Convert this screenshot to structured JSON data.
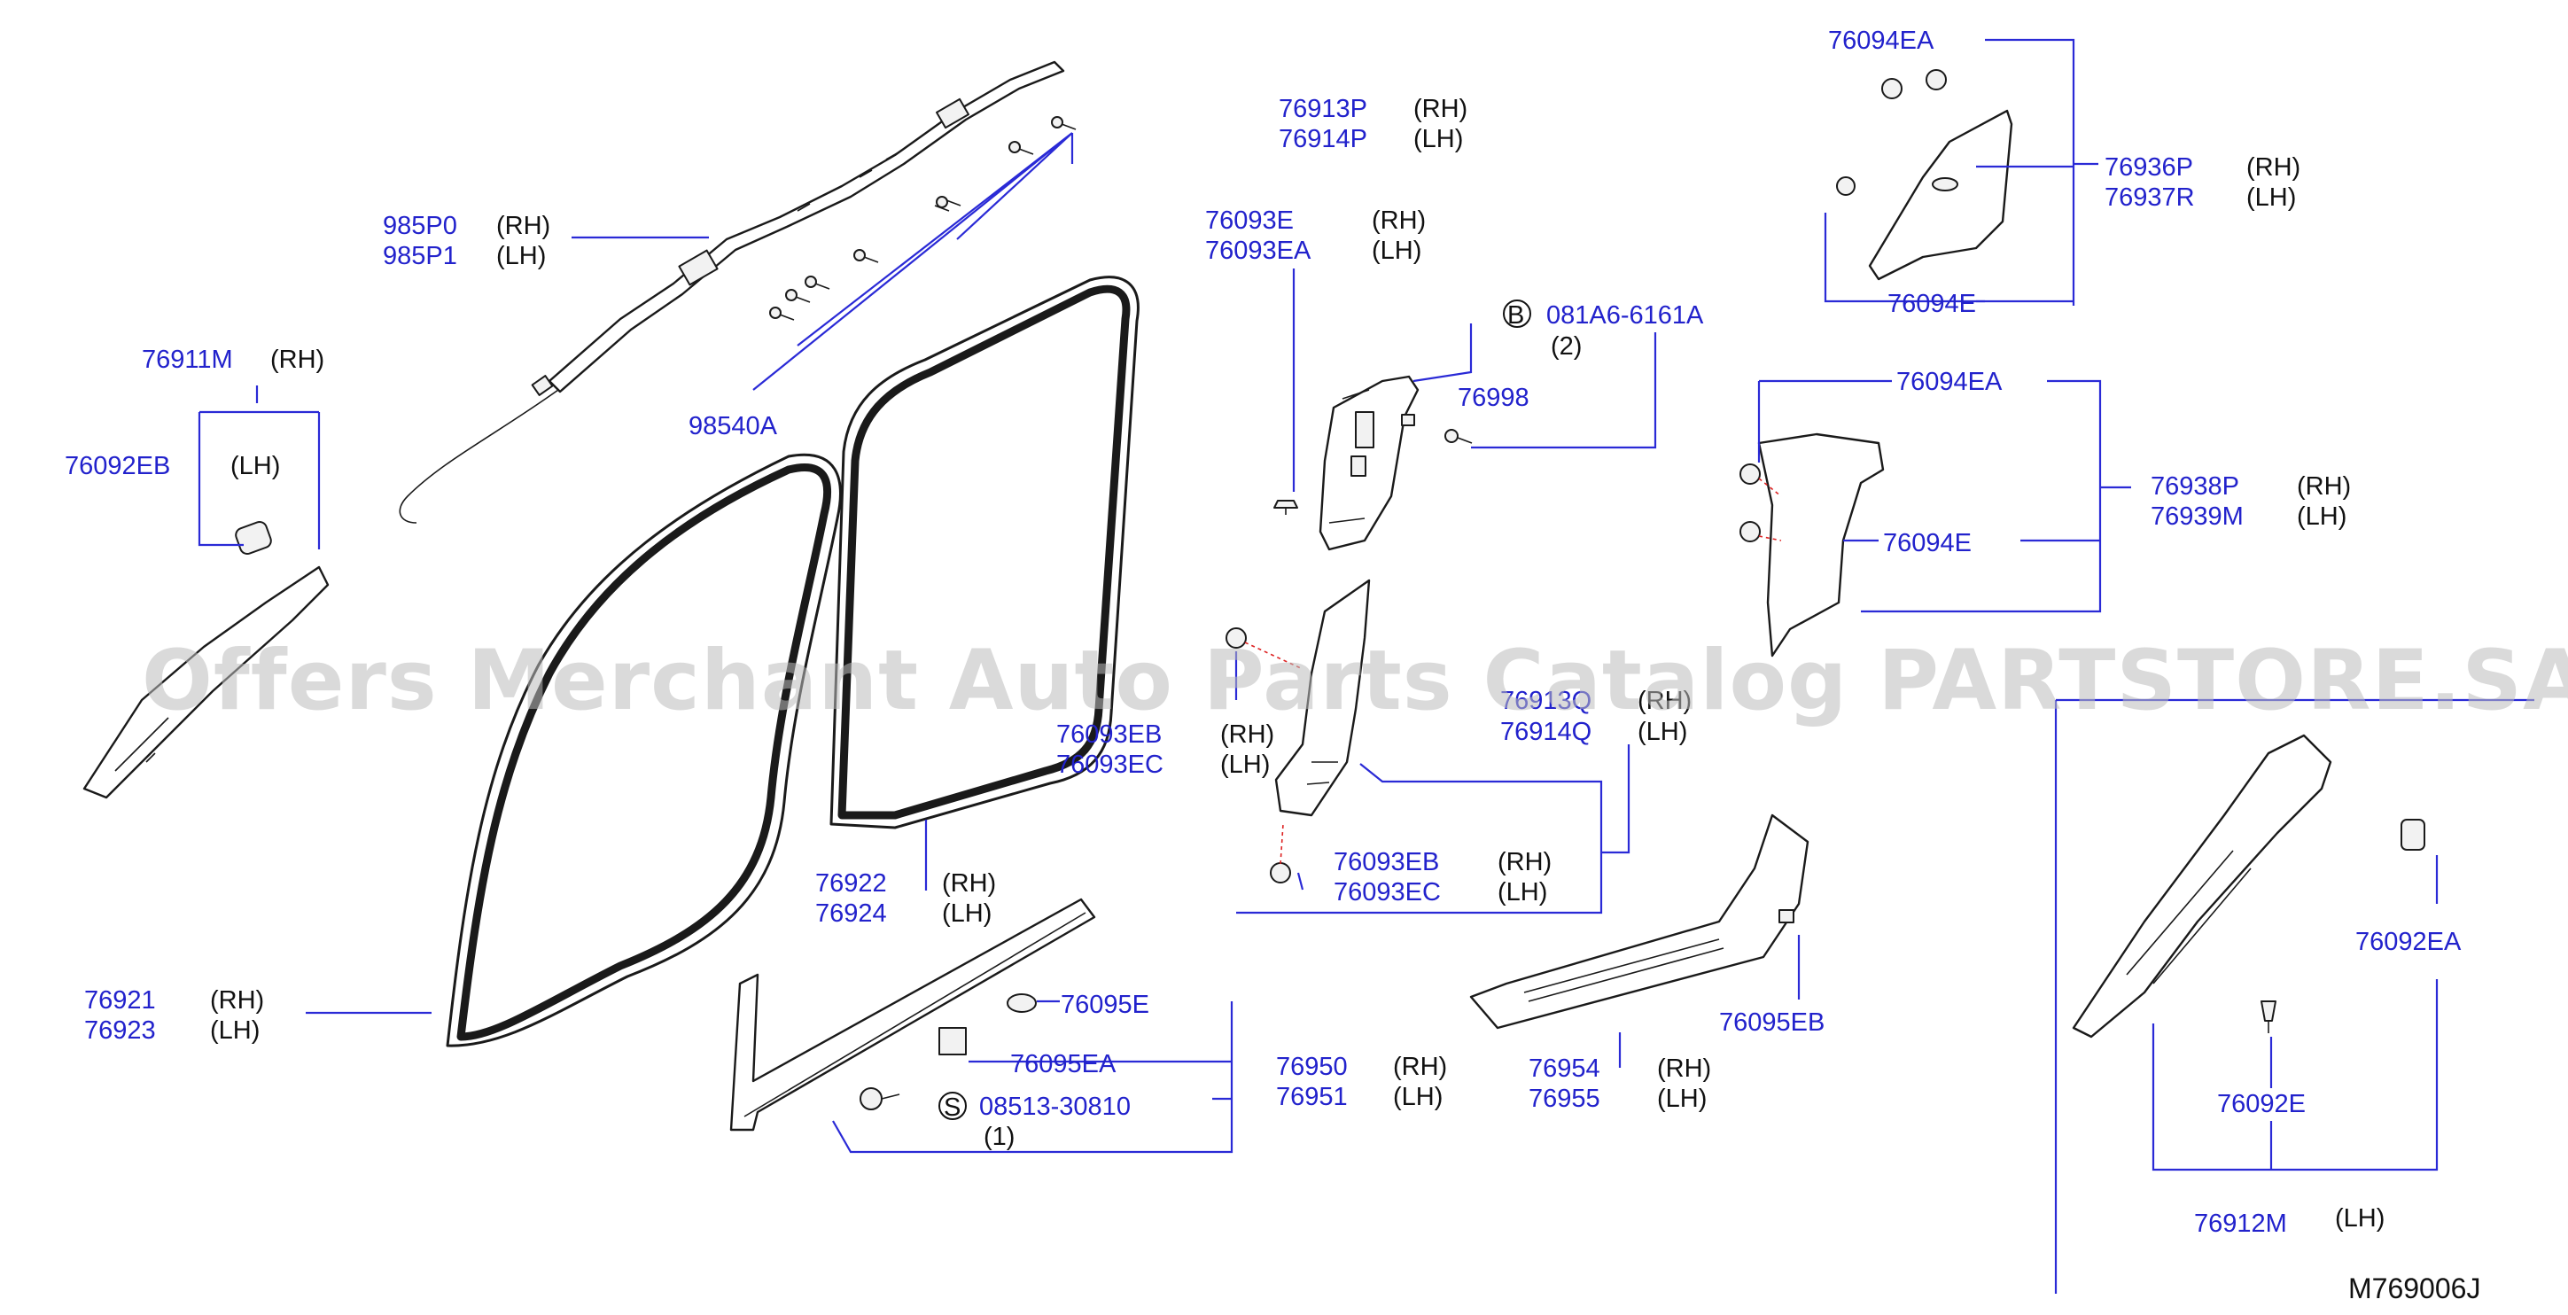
{
  "watermark": "Offers Merchant Auto Parts Catalog PARTSTORE.SA",
  "diagram_code": "M769006J",
  "labels": {
    "l_985P0": "985P0",
    "l_985P0_side": "(RH)",
    "l_985P1": "985P1",
    "l_985P1_side": "(LH)",
    "l_98540A": "98540A",
    "l_76911M": "76911M",
    "l_76911M_side": "(RH)",
    "l_76092EB": "76092EB",
    "l_76092EB_side": "(LH)",
    "l_76921": "76921",
    "l_76921_side": "(RH)",
    "l_76923": "76923",
    "l_76923_side": "(LH)",
    "l_76922": "76922",
    "l_76922_side": "(RH)",
    "l_76924": "76924",
    "l_76924_side": "(LH)",
    "l_76913P": "76913P",
    "l_76913P_side": "(RH)",
    "l_76914P": "76914P",
    "l_76914P_side": "(LH)",
    "l_76093E": "76093E",
    "l_76093E_side": "(RH)",
    "l_76093EA": "76093EA",
    "l_76093EA_side": "(LH)",
    "l_081A6": "081A6-6161A",
    "l_081A6_badge": "B",
    "l_081A6_qty": "(2)",
    "l_76998": "76998",
    "l_76093EB_a": "76093EB",
    "l_76093EB_a_side": "(RH)",
    "l_76093EC_a": "76093EC",
    "l_76093EC_a_side": "(LH)",
    "l_76913Q": "76913Q",
    "l_76913Q_side": "(RH)",
    "l_76914Q": "76914Q",
    "l_76914Q_side": "(LH)",
    "l_76093EB_b": "76093EB",
    "l_76093EB_b_side": "(RH)",
    "l_76093EC_b": "76093EC",
    "l_76093EC_b_side": "(LH)",
    "l_76095E": "76095E",
    "l_76095EA": "76095EA",
    "l_08513": "08513-30810",
    "l_08513_badge": "S",
    "l_08513_qty": "(1)",
    "l_76950": "76950",
    "l_76950_side": "(RH)",
    "l_76951": "76951",
    "l_76951_side": "(LH)",
    "l_76954": "76954",
    "l_76954_side": "(RH)",
    "l_76955": "76955",
    "l_76955_side": "(LH)",
    "l_76095EB": "76095EB",
    "l_76094EA_top": "76094EA",
    "l_76936P": "76936P",
    "l_76936P_side": "(RH)",
    "l_76937R": "76937R",
    "l_76937R_side": "(LH)",
    "l_76094E_top": "76094E",
    "l_76094EA_mid": "76094EA",
    "l_76938P": "76938P",
    "l_76938P_side": "(RH)",
    "l_76939M": "76939M",
    "l_76939M_side": "(LH)",
    "l_76094E_mid": "76094E",
    "l_76092EA": "76092EA",
    "l_76092E": "76092E",
    "l_76912M": "76912M",
    "l_76912M_side": "(LH)"
  },
  "colors": {
    "part_number": "#2222cc",
    "leader_line": "#2a2ad6",
    "text": "#111111",
    "watermark": "#bbbbbb"
  }
}
